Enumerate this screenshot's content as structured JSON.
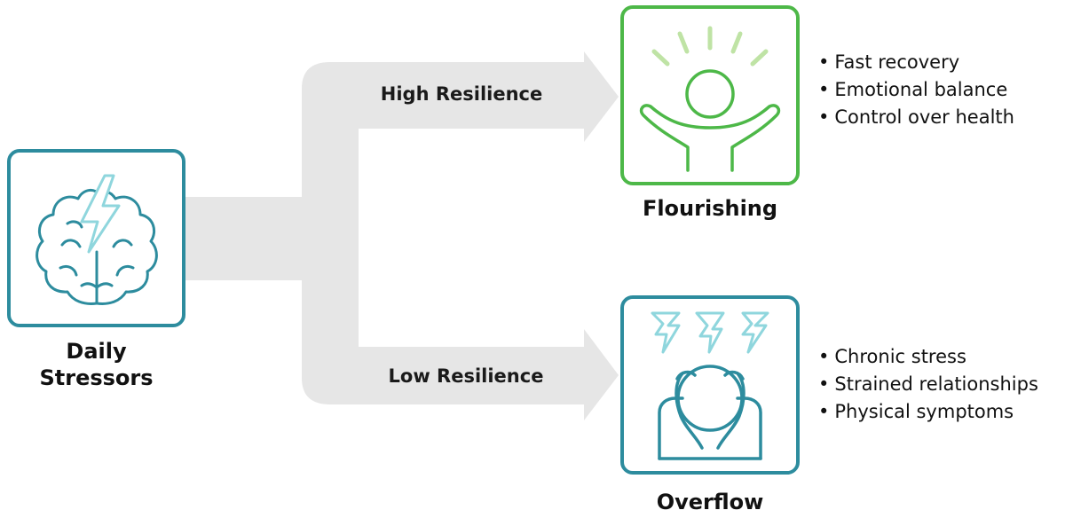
{
  "nodes": {
    "stressors": {
      "title_line1": "Daily",
      "title_line2": "Stressors",
      "icon": "brain-lightning-icon"
    },
    "flourishing": {
      "title": "Flourishing",
      "icon": "person-arms-raised-icon",
      "bullets": [
        "Fast recovery",
        "Emotional balance",
        "Control over health"
      ]
    },
    "overflow": {
      "title": "Overflow",
      "icon": "person-holding-head-icon",
      "bullets": [
        "Chronic stress",
        "Strained relationships",
        "Physical symptoms"
      ]
    }
  },
  "paths": {
    "high": {
      "label": "High Resilience",
      "target": "Flourishing"
    },
    "low": {
      "label": "Low Resilience",
      "target": "Overflow"
    }
  },
  "colors": {
    "arrow_fill": "#e6e6e6",
    "teal": "#2d8c9e",
    "green": "#4db848",
    "light_green": "#bfe3a5",
    "light_blue": "#8fd6dd",
    "text": "#111111"
  }
}
